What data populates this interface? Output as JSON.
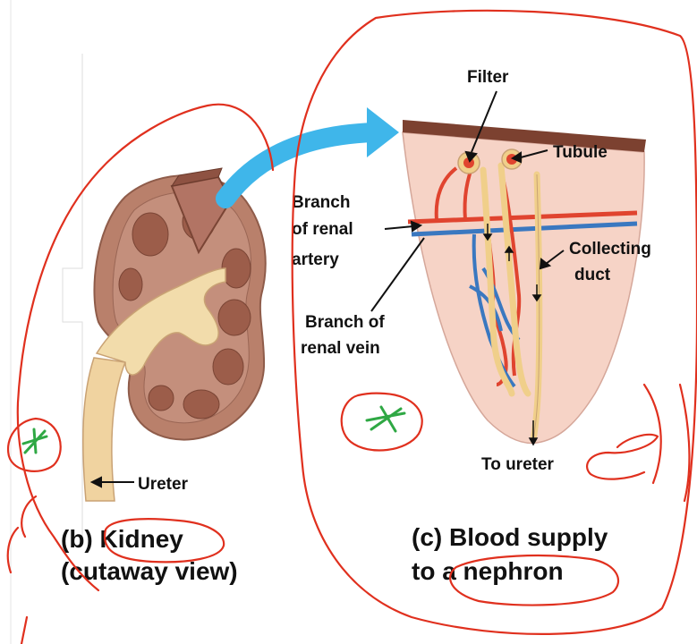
{
  "labels": {
    "filter": "Filter",
    "tubule": "Tubule",
    "branch_artery": [
      "Branch",
      "of renal",
      "artery"
    ],
    "branch_vein": [
      "Branch of",
      "renal vein"
    ],
    "collecting_duct": [
      "Collecting",
      "duct"
    ],
    "to_ureter": "To ureter",
    "ureter": "Ureter"
  },
  "captions": {
    "kidney": [
      "(b) Kidney",
      "(cutaway view)"
    ],
    "blood_supply": [
      "(c) Blood supply",
      "to a nephron"
    ]
  },
  "colors": {
    "annotation_red": "#e0301e",
    "annotation_green": "#2fa844",
    "arrow_blue": "#3fb6ea",
    "kidney_flesh": "#b9806b",
    "artery": "#e0442f",
    "vein": "#3a78c0",
    "tubule": "#f0cf8a",
    "tissue": "#f6d3c6"
  },
  "icons": [
    "green-star-icon",
    "curved-blue-arrow-icon"
  ]
}
